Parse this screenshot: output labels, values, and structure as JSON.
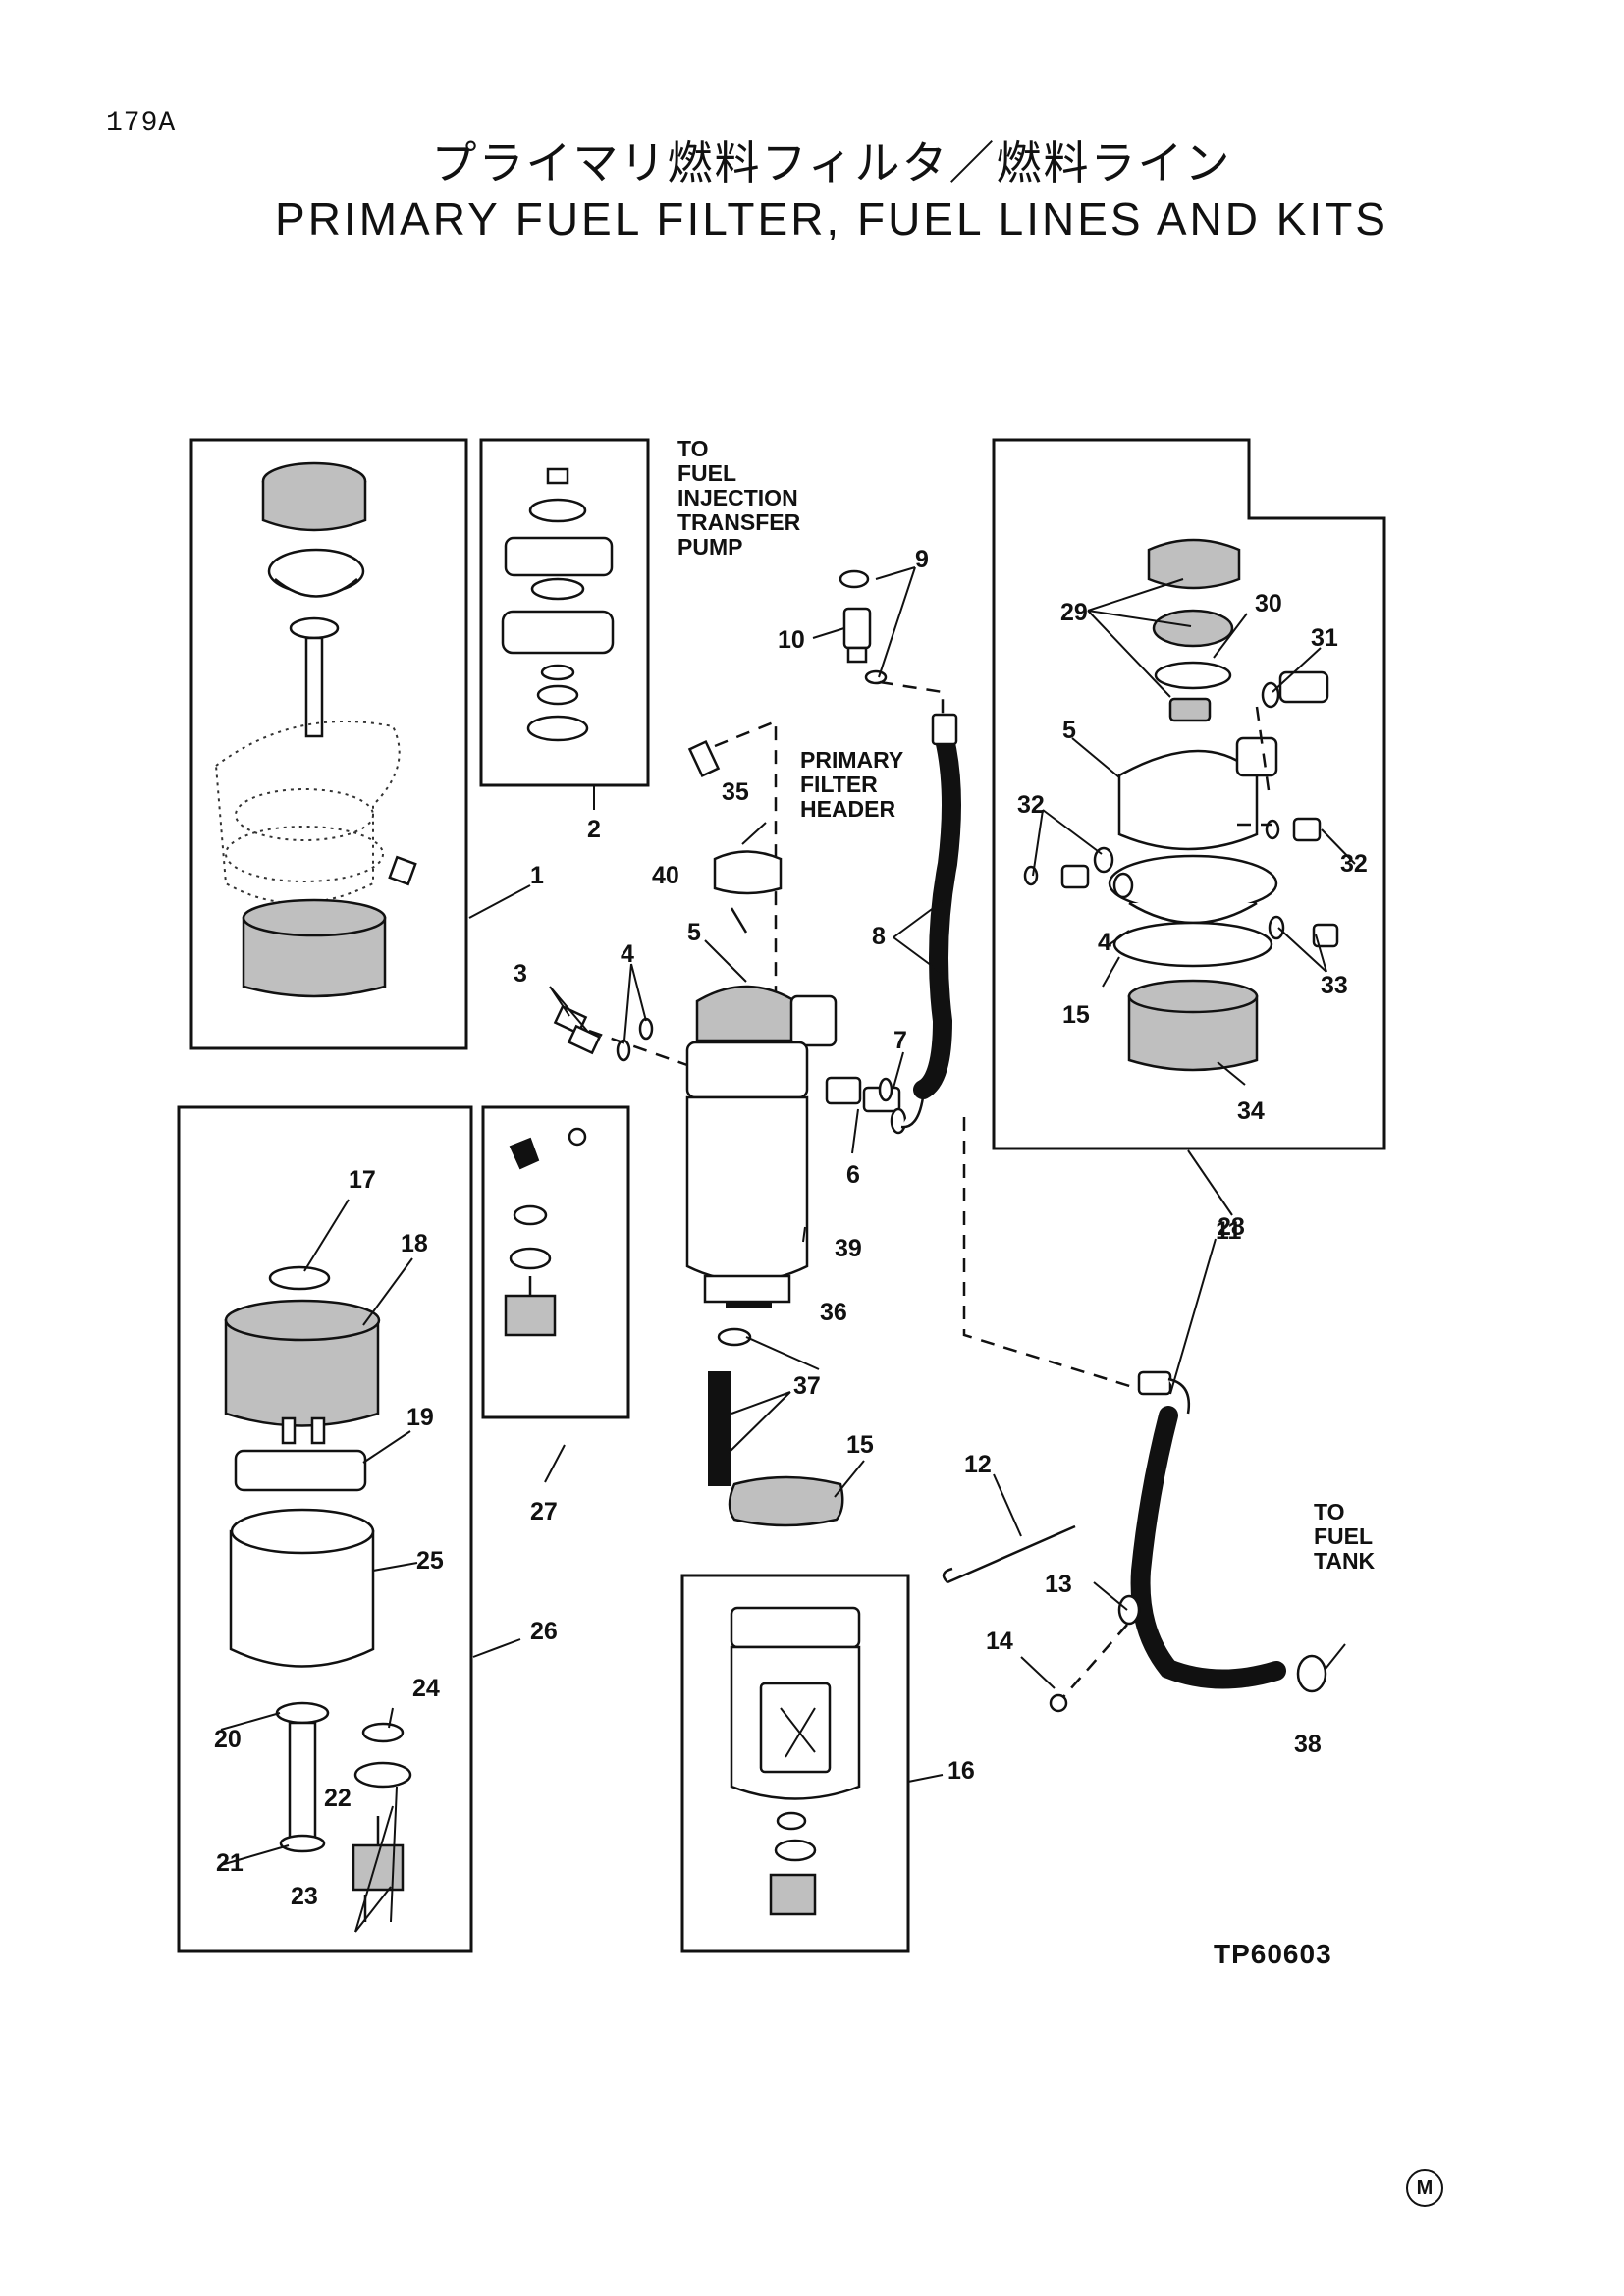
{
  "header": {
    "page_code": "179A",
    "title_japanese": "プライマリ燃料フィルタ／燃料ライン",
    "title_english": "PRIMARY FUEL FILTER, FUEL LINES AND KITS"
  },
  "callouts": {
    "c1": "1",
    "c2": "2",
    "c3": "3",
    "c4": "4",
    "c5": "5",
    "c6": "6",
    "c7": "7",
    "c8": "8",
    "c9": "9",
    "c10": "10",
    "c11": "11",
    "c12": "12",
    "c13": "13",
    "c14": "14",
    "c15": "15",
    "c16": "16",
    "c17": "17",
    "c18": "18",
    "c19": "19",
    "c20": "20",
    "c21": "21",
    "c22": "22",
    "c23": "23",
    "c24": "24",
    "c25": "25",
    "c26": "26",
    "c27": "27",
    "c28": "28",
    "c29": "29",
    "c30": "30",
    "c31": "31",
    "c32": "32",
    "c33": "33",
    "c34": "34",
    "c35": "35",
    "c36": "36",
    "c37": "37",
    "c38": "38",
    "c39": "39",
    "c40": "40"
  },
  "notes": {
    "to_pump": [
      "TO",
      "FUEL",
      "INJECTION",
      "TRANSFER",
      "PUMP"
    ],
    "header_label": [
      "PRIMARY",
      "FILTER",
      "HEADER"
    ],
    "to_tank": [
      "TO",
      "FUEL",
      "TANK"
    ]
  },
  "footer": {
    "figure_id": "TP60603",
    "corner_mark": "M"
  }
}
